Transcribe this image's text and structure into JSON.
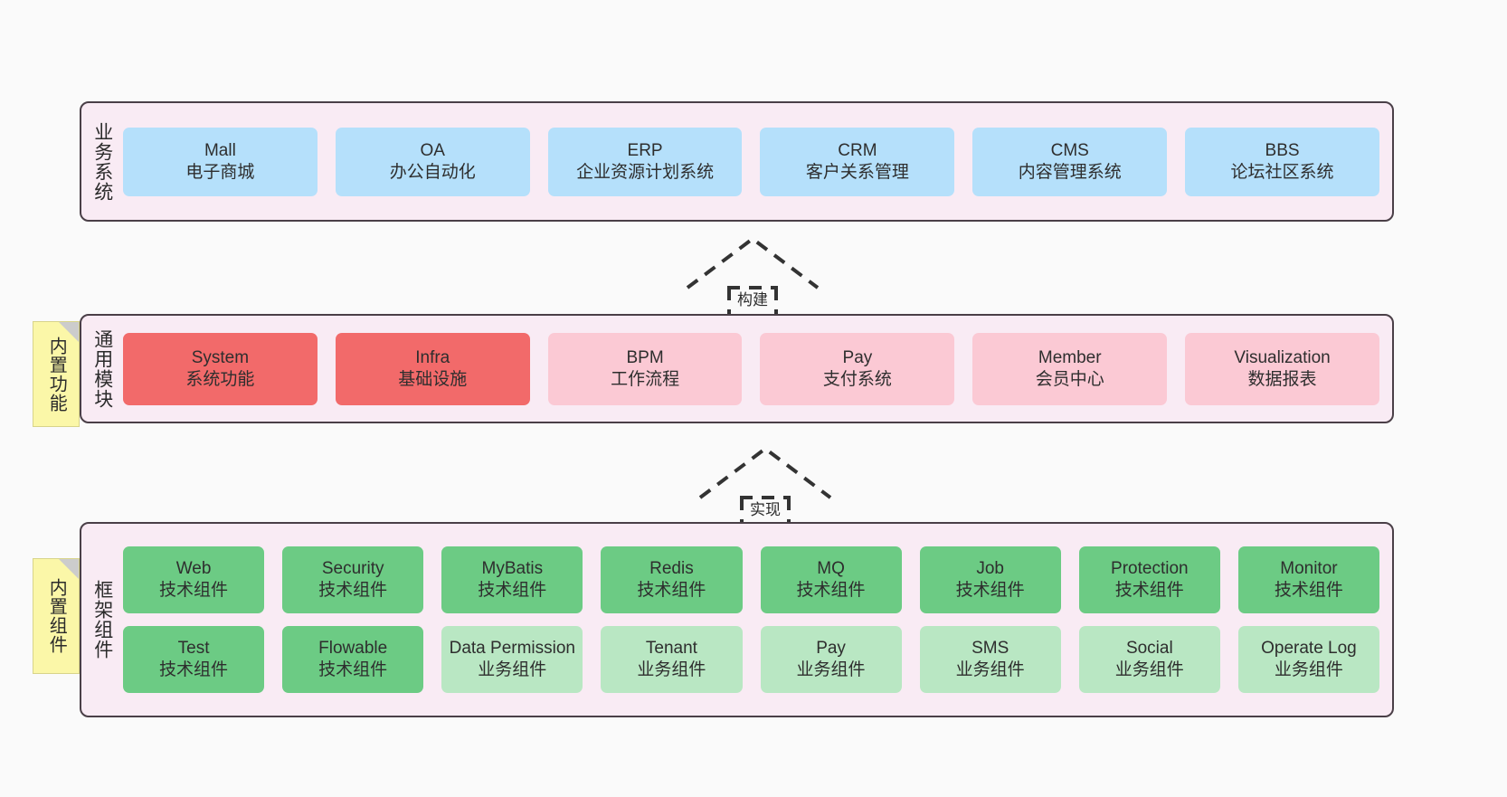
{
  "diagram": {
    "title": "",
    "background_color": "#fafafa",
    "panel_color": "#f9ebf4",
    "panel_border_color": "#4a3f47"
  },
  "layers": [
    {
      "id": "business",
      "label": "业务系统",
      "rows": [
        {
          "nodes": [
            {
              "en": "Mall",
              "cn": "电子商城",
              "color": "#b5e0fb",
              "style": "blue"
            },
            {
              "en": "OA",
              "cn": "办公自动化",
              "color": "#b5e0fb",
              "style": "blue"
            },
            {
              "en": "ERP",
              "cn": "企业资源计划系统",
              "color": "#b5e0fb",
              "style": "blue"
            },
            {
              "en": "CRM",
              "cn": "客户关系管理",
              "color": "#b5e0fb",
              "style": "blue"
            },
            {
              "en": "CMS",
              "cn": "内容管理系统",
              "color": "#b5e0fb",
              "style": "blue"
            },
            {
              "en": "BBS",
              "cn": "论坛社区系统",
              "color": "#b5e0fb",
              "style": "blue"
            }
          ]
        }
      ]
    },
    {
      "id": "common",
      "label": "通用模块",
      "note": {
        "label": "内置功能",
        "color": "#fbf7a8"
      },
      "rows": [
        {
          "nodes": [
            {
              "en": "System",
              "cn": "系统功能",
              "color": "#f26a6a",
              "style": "red-strong"
            },
            {
              "en": "Infra",
              "cn": "基础设施",
              "color": "#f26a6a",
              "style": "red-strong"
            },
            {
              "en": "BPM",
              "cn": "工作流程",
              "color": "#fbc9d4",
              "style": "pink-light"
            },
            {
              "en": "Pay",
              "cn": "支付系统",
              "color": "#fbc9d4",
              "style": "pink-light"
            },
            {
              "en": "Member",
              "cn": "会员中心",
              "color": "#fbc9d4",
              "style": "pink-light"
            },
            {
              "en": "Visualization",
              "cn": "数据报表",
              "color": "#fbc9d4",
              "style": "pink-light"
            }
          ]
        }
      ]
    },
    {
      "id": "framework",
      "label": "框架组件",
      "note": {
        "label": "内置组件",
        "color": "#fbf7a8"
      },
      "rows": [
        {
          "nodes": [
            {
              "en": "Web",
              "cn": "技术组件",
              "color": "#6ccb84",
              "style": "green-mid"
            },
            {
              "en": "Security",
              "cn": "技术组件",
              "color": "#6ccb84",
              "style": "green-mid"
            },
            {
              "en": "MyBatis",
              "cn": "技术组件",
              "color": "#6ccb84",
              "style": "green-mid"
            },
            {
              "en": "Redis",
              "cn": "技术组件",
              "color": "#6ccb84",
              "style": "green-mid"
            },
            {
              "en": "MQ",
              "cn": "技术组件",
              "color": "#6ccb84",
              "style": "green-mid"
            },
            {
              "en": "Job",
              "cn": "技术组件",
              "color": "#6ccb84",
              "style": "green-mid"
            },
            {
              "en": "Protection",
              "cn": "技术组件",
              "color": "#6ccb84",
              "style": "green-mid"
            },
            {
              "en": "Monitor",
              "cn": "技术组件",
              "color": "#6ccb84",
              "style": "green-mid"
            }
          ]
        },
        {
          "nodes": [
            {
              "en": "Test",
              "cn": "技术组件",
              "color": "#6ccb84",
              "style": "green-mid"
            },
            {
              "en": "Flowable",
              "cn": "技术组件",
              "color": "#6ccb84",
              "style": "green-mid"
            },
            {
              "en": "Data Permission",
              "cn": "业务组件",
              "color": "#b9e7c3",
              "style": "green-light"
            },
            {
              "en": "Tenant",
              "cn": "业务组件",
              "color": "#b9e7c3",
              "style": "green-light"
            },
            {
              "en": "Pay",
              "cn": "业务组件",
              "color": "#b9e7c3",
              "style": "green-light"
            },
            {
              "en": "SMS",
              "cn": "业务组件",
              "color": "#b9e7c3",
              "style": "green-light"
            },
            {
              "en": "Social",
              "cn": "业务组件",
              "color": "#b9e7c3",
              "style": "green-light"
            },
            {
              "en": "Operate Log",
              "cn": "业务组件",
              "color": "#b9e7c3",
              "style": "green-light"
            }
          ]
        }
      ]
    }
  ],
  "connectors": [
    {
      "id": "build",
      "label": "构建",
      "from": "common",
      "to": "business",
      "style": "dashed-hollow-arrow-up"
    },
    {
      "id": "realize",
      "label": "实现",
      "from": "framework",
      "to": "common",
      "style": "dashed-hollow-arrow-up"
    }
  ]
}
